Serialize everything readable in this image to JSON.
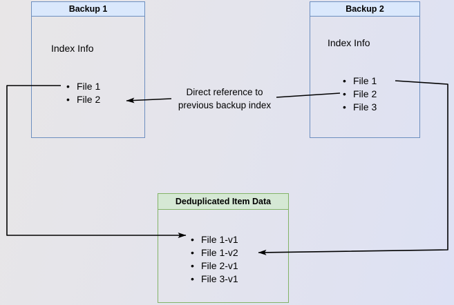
{
  "diagram": {
    "backup1": {
      "title": "Backup 1",
      "body_label": "Index Info",
      "items": [
        "File 1",
        "File 2"
      ]
    },
    "backup2": {
      "title": "Backup 2",
      "body_label": "Index Info",
      "items": [
        "File 1",
        "File 2",
        "File 3"
      ]
    },
    "dedup": {
      "title": "Deduplicated Item Data",
      "items": [
        "File 1-v1",
        "File 1-v2",
        "File 2-v1",
        "File 3-v1"
      ]
    },
    "annotation": {
      "line1": "Direct reference to",
      "line2": "previous backup index"
    },
    "bullet_char": "•",
    "colors": {
      "blue_border": "#6c8ebf",
      "blue_header_fill": "#dae8fc",
      "green_border": "#82b366",
      "green_header_fill": "#d5e8d4",
      "arrow": "#000000"
    }
  }
}
